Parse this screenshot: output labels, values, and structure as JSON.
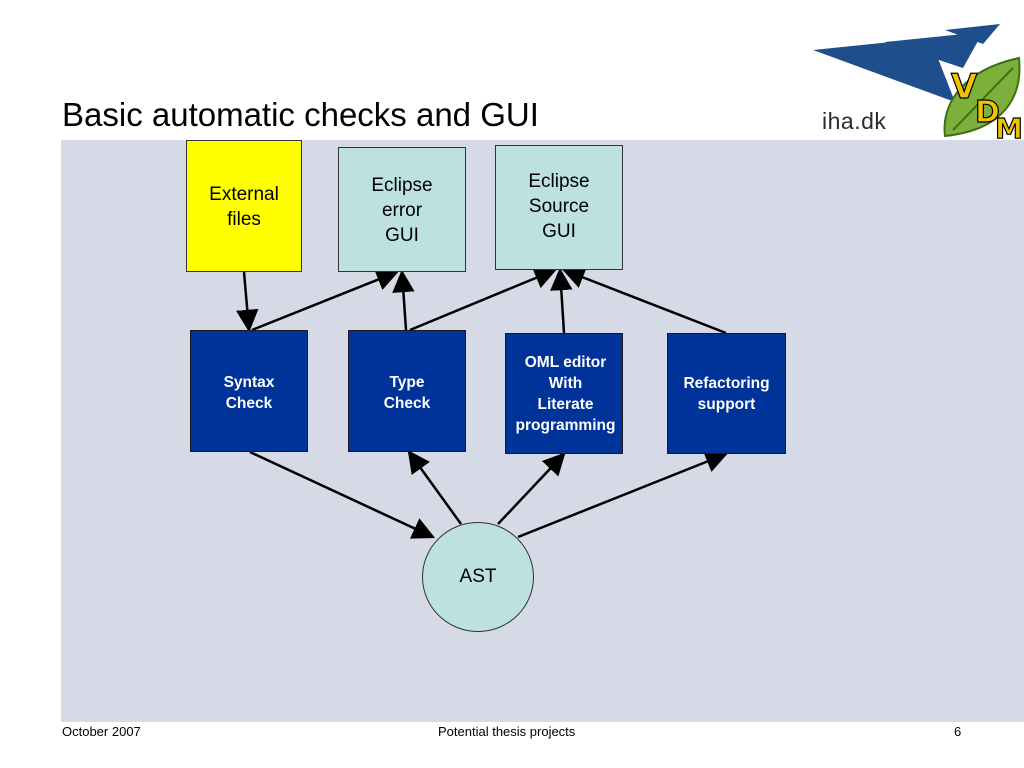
{
  "slide": {
    "title": "Basic automatic checks and GUI",
    "logo_text": "iha.dk",
    "logo_icon": "vdm-leaf-logo-icon",
    "colors": {
      "panel": "#d6d9e6",
      "light_box": "#bde0e0",
      "yellow_box": "#ffff00",
      "dark_box": "#003399",
      "logo_blue": "#1f4e8c"
    }
  },
  "diagram": {
    "top_boxes": [
      {
        "id": "external-files",
        "label": "External\nfiles"
      },
      {
        "id": "eclipse-error-gui",
        "label": "Eclipse\nerror\nGUI"
      },
      {
        "id": "eclipse-source-gui",
        "label": "Eclipse\nSource\nGUI"
      }
    ],
    "middle_boxes": [
      {
        "id": "syntax-check",
        "label": "Syntax\nCheck"
      },
      {
        "id": "type-check",
        "label": "Type\nCheck"
      },
      {
        "id": "oml-editor",
        "label": "OML editor\nWith\nLiterate\nprogramming"
      },
      {
        "id": "refactoring-support",
        "label": "Refactoring\nsupport"
      }
    ],
    "bottom_node": {
      "id": "ast",
      "label": "AST"
    }
  },
  "footer": {
    "date": "October 2007",
    "center": "Potential thesis projects",
    "page": "6"
  }
}
